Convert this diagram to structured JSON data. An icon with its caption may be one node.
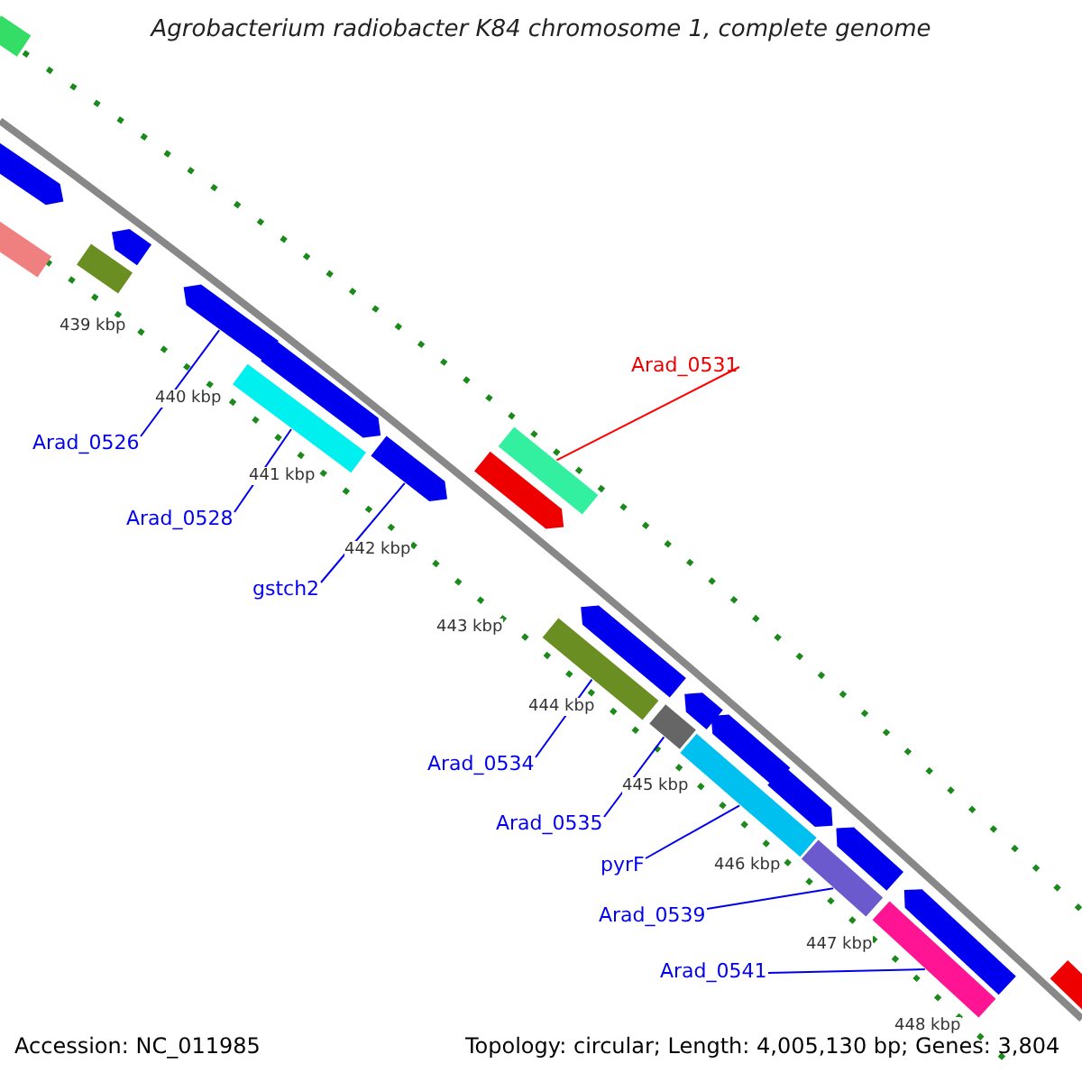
{
  "diagram": {
    "title": "Agrobacterium radiobacter K84 chromosome 1, complete genome",
    "nodes": [
      {
        "text": [
          "Arad_0526"
        ]
      },
      {
        "text": [
          "Arad_0528"
        ]
      },
      {
        "text": [
          "gstch2"
        ]
      },
      {
        "text": [
          "Arad_0531"
        ]
      },
      {
        "text": [
          "Arad_0534"
        ]
      },
      {
        "text": [
          "Arad_0535"
        ]
      },
      {
        "text": [
          "pyrF"
        ]
      },
      {
        "text": [
          "Arad_0539"
        ]
      },
      {
        "text": [
          "Arad_0541"
        ]
      },
      {
        "text": [],
        "shape": "bar"
      },
      {
        "text": [],
        "shape": "bar"
      },
      {
        "text": [],
        "shape": "arrow"
      },
      {
        "text": [],
        "shape": "bar"
      },
      {
        "text": [],
        "shape": "arrow"
      },
      {
        "text": [],
        "shape": "arrow"
      },
      {
        "text": [],
        "shape": "bar"
      },
      {
        "text": [],
        "shape": "arrow"
      },
      {
        "text": [],
        "shape": "arrow"
      },
      {
        "text": [],
        "shape": "arrow"
      },
      {
        "text": [],
        "shape": "bar"
      },
      {
        "text": [],
        "shape": "bar"
      },
      {
        "text": [],
        "shape": "arrow"
      },
      {
        "text": [],
        "shape": "bar"
      },
      {
        "text": [],
        "shape": "arrow"
      },
      {
        "text": [],
        "shape": "arrow"
      },
      {
        "text": [],
        "shape": "bar"
      },
      {
        "text": [],
        "shape": "arrow"
      },
      {
        "text": [],
        "shape": "bar"
      },
      {
        "text": [],
        "shape": "arrow"
      },
      {
        "text": [],
        "shape": "bar"
      },
      {
        "text": [],
        "shape": "arrow"
      },
      {
        "text": [],
        "shape": "bar"
      }
    ],
    "edges": [
      {
        "from": 0,
        "to": 14,
        "arrow": "none"
      },
      {
        "from": 1,
        "to": 15,
        "arrow": "none"
      },
      {
        "from": 2,
        "to": 17,
        "arrow": "none"
      },
      {
        "from": 3,
        "to": 19,
        "arrow": "none",
        "color": "#ff0000"
      },
      {
        "from": 4,
        "to": 20,
        "arrow": "none"
      },
      {
        "from": 5,
        "to": 22,
        "arrow": "none"
      },
      {
        "from": 6,
        "to": 25,
        "arrow": "none"
      },
      {
        "from": 7,
        "to": 27,
        "arrow": "none"
      },
      {
        "from": 8,
        "to": 29,
        "arrow": "none"
      }
    ],
    "labels": [
      "439 kbp",
      "440 kbp",
      "441 kbp",
      "442 kbp",
      "443 kbp",
      "444 kbp",
      "445 kbp",
      "446 kbp",
      "447 kbp",
      "448 kbp",
      "Accession: NC_011985",
      "Topology: circular; Length: 4,005,130 bp; Genes: 3,804"
    ]
  }
}
